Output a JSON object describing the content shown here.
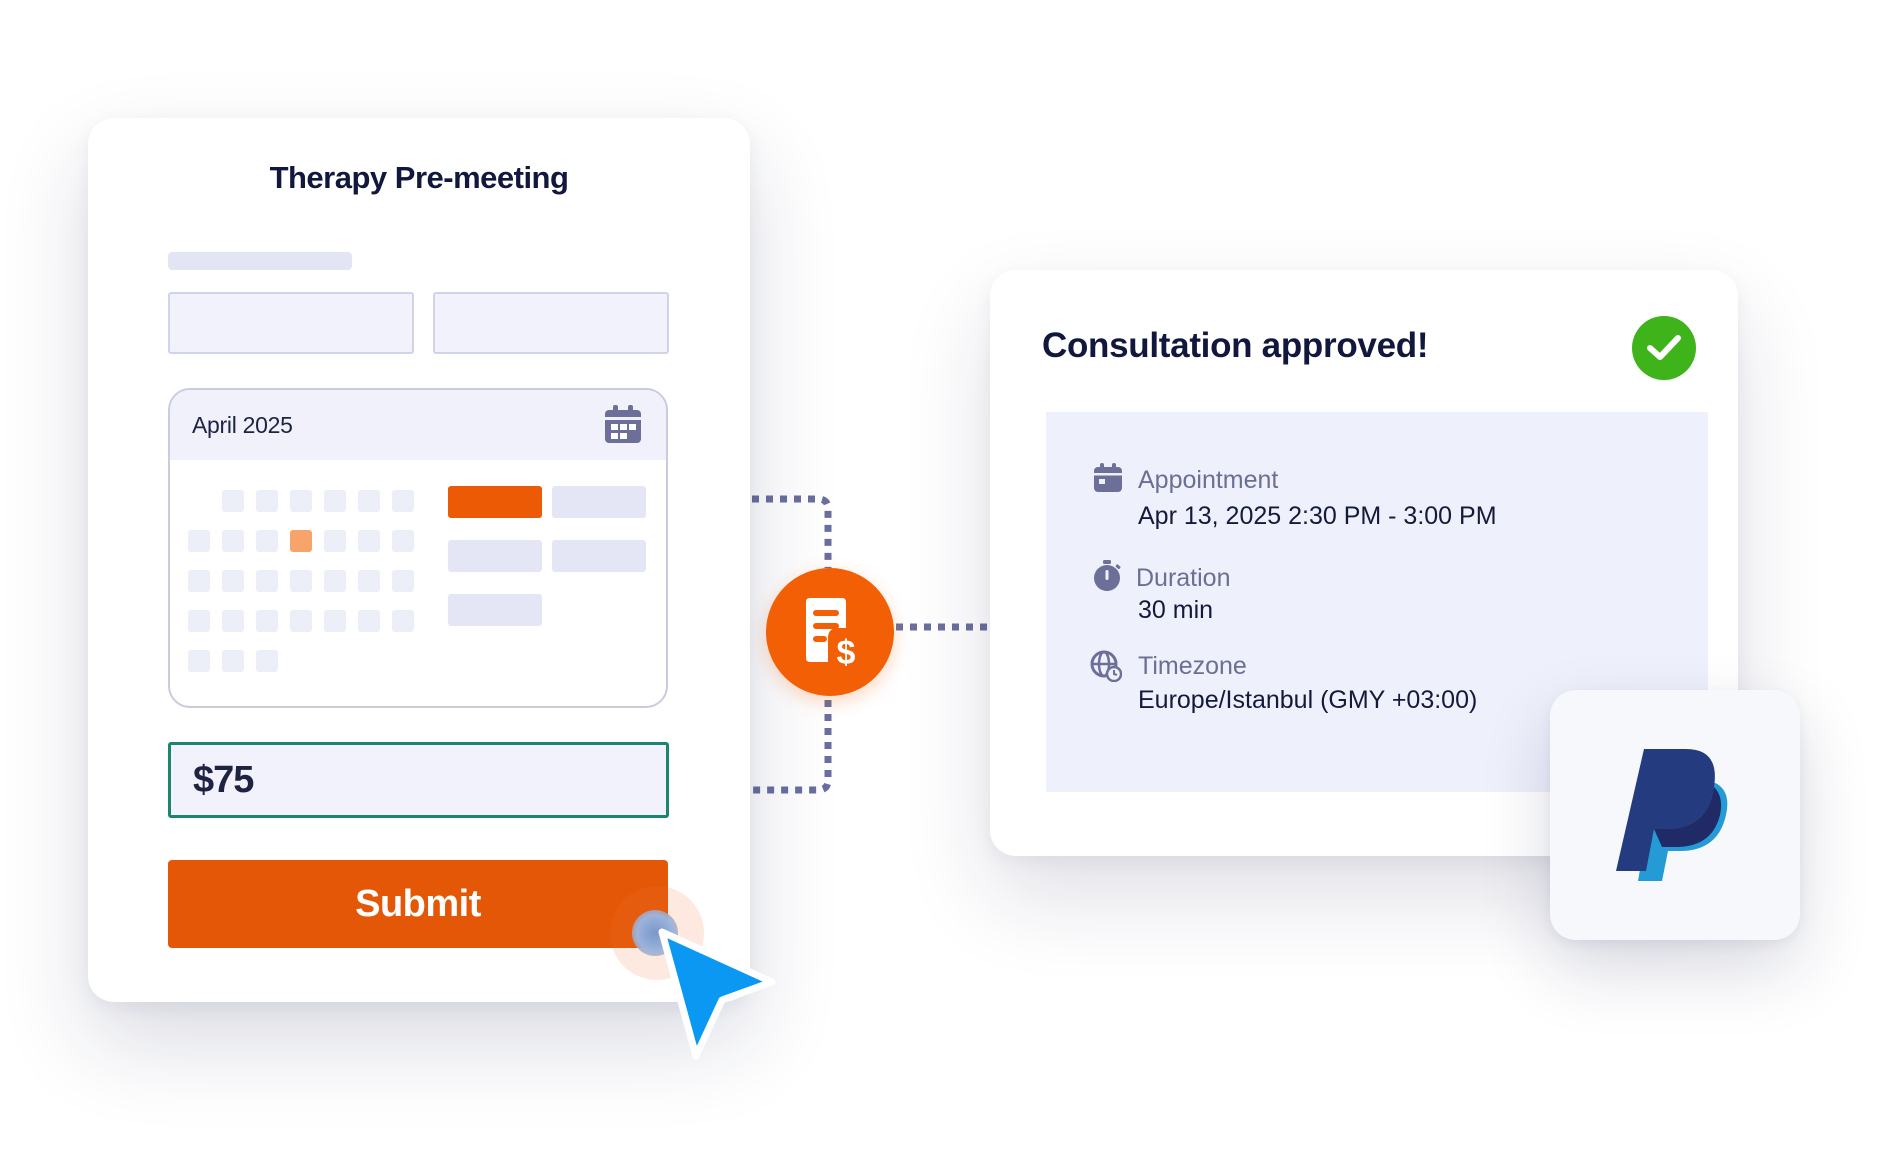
{
  "form": {
    "title": "Therapy Pre-meeting",
    "calendar": {
      "month": "April 2025",
      "selected_day_index": 9
    },
    "price": "$75",
    "submit_label": "Submit"
  },
  "confirmation": {
    "title": "Consultation approved!",
    "details": [
      {
        "icon": "calendar-icon",
        "label": "Appointment",
        "value": "Apr 13, 2025 2:30 PM - 3:00 PM"
      },
      {
        "icon": "stopwatch-icon",
        "label": "Duration",
        "value": "30 min"
      },
      {
        "icon": "globe-clock-icon",
        "label": "Timezone",
        "value": "Europe/Istanbul (GMY +03:00)"
      }
    ]
  },
  "integration": {
    "badge_icon": "invoice-dollar-icon",
    "payment_provider_icon": "paypal-logo-icon"
  },
  "colors": {
    "accent_orange": "#e35706",
    "success_green": "#3fb31a",
    "price_border_teal": "#19866d",
    "connector_dots": "#6a6f9e",
    "cursor_blue": "#0a98f2"
  }
}
